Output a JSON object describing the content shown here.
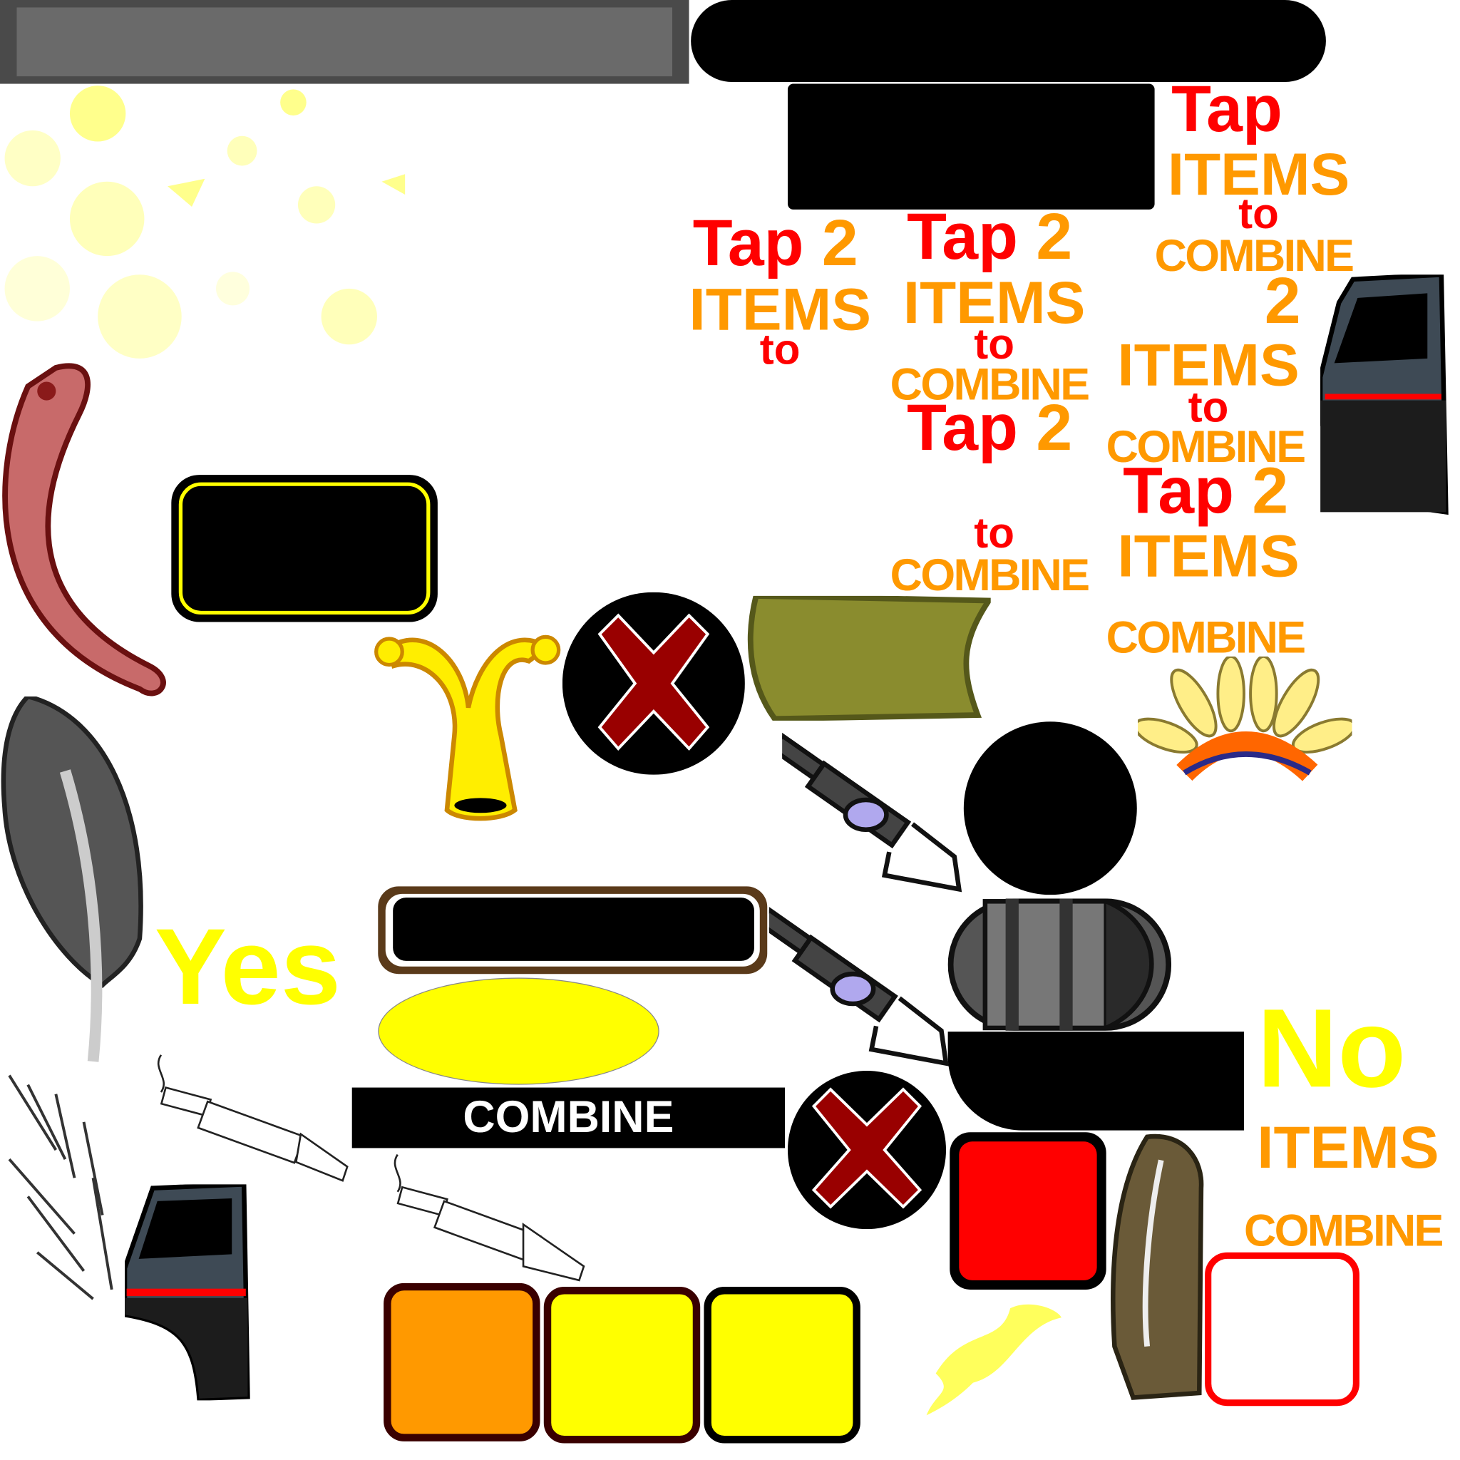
{
  "sprites": {
    "tap2": "Tap 2",
    "tap": "Tap",
    "two": "2",
    "items": "ITEMS",
    "to": "to",
    "combine": "COMBINE",
    "yes": "Yes",
    "no": "No",
    "combine_button": "COMBINE"
  },
  "colors": {
    "red_text": "#ff0000",
    "orange_text": "#ff9900",
    "yellow": "#ffff00",
    "olive": "#8a8c2e",
    "close_red": "#990000"
  }
}
